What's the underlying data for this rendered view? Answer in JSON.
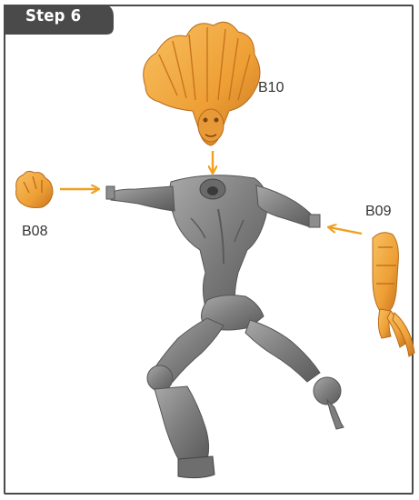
{
  "step": {
    "label": "Step 6"
  },
  "parts": {
    "head": {
      "code": "B10"
    },
    "left_hand": {
      "code": "B08"
    },
    "right_arm": {
      "code": "B09"
    }
  },
  "colors": {
    "frame": "#4a4a4a",
    "tab": "#4a4a4a",
    "part_highlight": "#f0a63c",
    "model_gray": "#8a8a8a",
    "arrow": "#f0a020"
  },
  "icons": {
    "arrow": "arrow-icon"
  }
}
